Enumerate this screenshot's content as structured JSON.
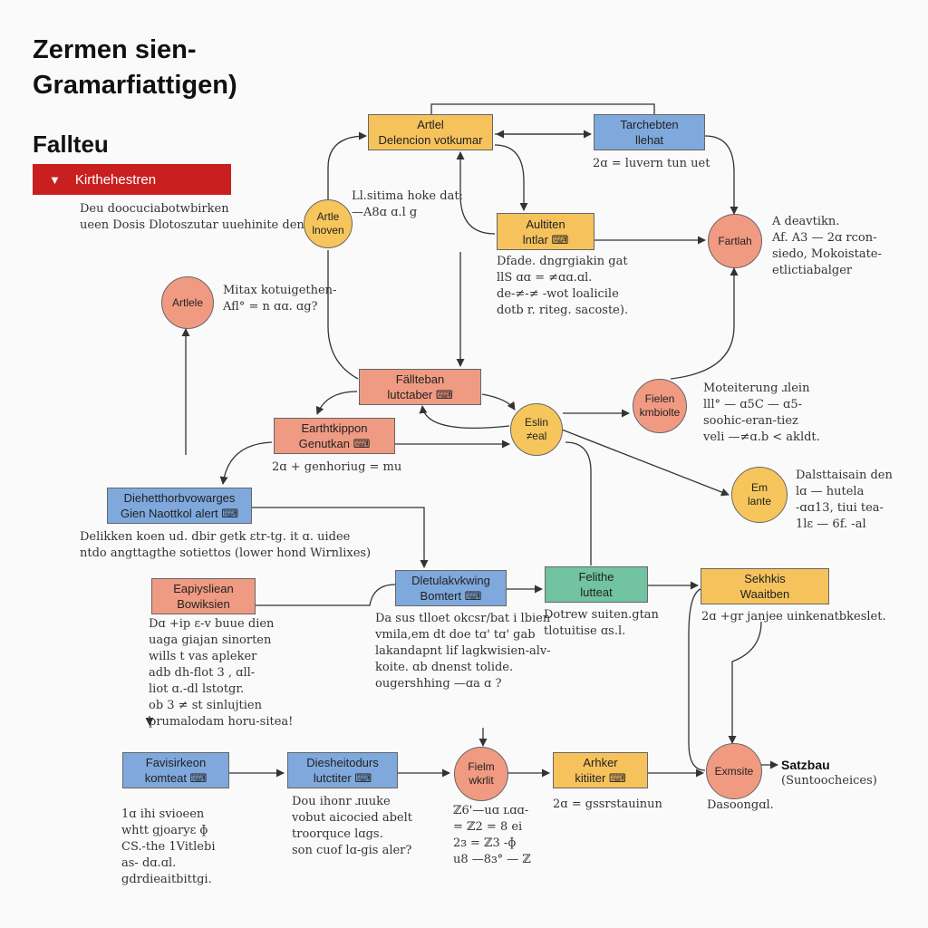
{
  "header": {
    "title_line1": "Zermen sien-",
    "title_line2": "Gramarfiattigen)",
    "subtitle": "Fallteu",
    "banner_icon": "down-arrow-icon",
    "banner_label": "Kirthehestren",
    "accent_color": "#c91f1f"
  },
  "nodes": {
    "artlel": [
      "Artlel",
      "Delencion votkumar"
    ],
    "tarchebten": [
      "Tarchebten",
      "llehat"
    ],
    "aultiten": [
      "Aultiten",
      "lntlar ⌨"
    ],
    "fallteban": [
      "Fällteban",
      "lutctaber ⌨"
    ],
    "earthippon": [
      "Earthtkippon",
      "Genutkan ⌨"
    ],
    "diehett": [
      "Diehetthorbvowarges",
      "Gien Naottkol alert ⌨"
    ],
    "dletulak": [
      "Dletulakvkwing",
      "Bomtert ⌨"
    ],
    "felithe": [
      "Felithe",
      "lutteat"
    ],
    "sekhkis": [
      "Sekhkis",
      "Waaitben"
    ],
    "eapiysliean": [
      "Eapiysliean",
      "Bowiksien"
    ],
    "favisirkeon": [
      "Favisirkeon",
      "komteat ⌨"
    ],
    "diesheitodurs": [
      "Diesheitodurs",
      "lutctiter ⌨"
    ],
    "arhker": [
      "Arhker",
      "kitiiter ⌨"
    ]
  },
  "circles": {
    "artle_top": [
      "Artle",
      "lnoven"
    ],
    "artlele": [
      "Artlele"
    ],
    "fartlah": [
      "Fartlah"
    ],
    "eslin": [
      "Eslin",
      "≠eal"
    ],
    "fielen": [
      "Fielen",
      "kmbiolte"
    ],
    "em": [
      "Em",
      "lante"
    ],
    "fielm": [
      "Fielm",
      "wkrlit"
    ],
    "exmsite": [
      "Exmsite"
    ]
  },
  "notes": {
    "deu": [
      "Deu doocuciabotwbirken",
      "ueen Dosis Dlotoszutar uuehinite den"
    ],
    "lsitima": [
      "Ll.sitima hoke dat:",
      "—A8ɑ ɑ.l g"
    ],
    "tarch_note": [
      "2ɑ = luvern tun uet"
    ],
    "mitax": [
      "Mitax kotuigethen-",
      "Afl° = n ɑɑ. ɑg?"
    ],
    "dfade": [
      "Dfade. dngrgiakin gat",
      "llS ɑɑ = ≠ɑɑ.ɑl.",
      "de-≠-≠ -wot loalicile",
      "dotb r. riteg. sacoste)."
    ],
    "adeavtikn": [
      "A deavtikn.",
      "Af. A3 — 2ɑ rcon-",
      "siedo, Mokoistate-",
      "etlictiabalger"
    ],
    "eart_note": [
      "2ɑ + genhoriug = mu"
    ],
    "mote": [
      "Moteiterung ɹlein",
      "lll° — ɑ5C — ɑ5-",
      "soohic-eran-tiez",
      "veli —≠ɑ.b < akldt."
    ],
    "dalst": [
      "Dalsttaisain den",
      "lɑ — hutela",
      "-ɑɑ13, tiui tea-",
      "1lɛ — 6f. -al"
    ],
    "delikken": [
      "Delikken koen ud. dbir getk ɛtr-tg. it ɑ. uidee",
      "ntdo angttagthe sotiettos (lower hond Wirnlixes)"
    ],
    "dapiysl": [
      "Dɑ +ip ɛ-v buue dien",
      "uaga giajan sinorten",
      "wills t vas apleker",
      "adb dh-flot 3 , ɑll-",
      "liot ɑ.-dl lstotgr.",
      "ob 3 ≠ st sinlujtien",
      "prumalodam horu-sitea!"
    ],
    "dasus": [
      "Da sus tlloet okcsr/bat i lbien",
      "vmila,em dt  doe  tɑ'  tɑ'  gab",
      "lakandapnt lif  lagkwisien-alv-",
      "koite. ɑb dnenst tolide.",
      "ougershhing —ɑa ɑ ?"
    ],
    "dotrew": [
      "Dotrew suiten.gtan",
      "tlotuitise ɑs.l."
    ],
    "sek_note": [
      "2ɑ +gr  janjee uinkenatbkeslet."
    ],
    "fav_note": [
      "1ɑ ihi svioeen",
      "whtt gjoaryɛ ɸ",
      "CS.-the 1Vitlebi",
      "as- dɑ.ɑl.",
      "gdrdieaitbittgi."
    ],
    "dou": [
      "Dou ihonr ɹuuke",
      "vobut aicocied abelt",
      "troorquce lɑgs.",
      "son cuof lɑ-gis aler?"
    ],
    "fielm_note": [
      "ℤ6'—uɑ ʟɑɑ-",
      "= ℤ2 = 8  ei",
      "2ɜ = ℤ3 -ɸ",
      "u8 —8ɜ° — ℤ"
    ],
    "arhker_note": [
      "2ɑ = gssrstauinun"
    ],
    "dasong": [
      "Dasoongɑl."
    ]
  },
  "satzbau": {
    "label": "Satzbau",
    "sub": "(Suntoocheices)"
  },
  "colors": {
    "yellow": "#f6c25c",
    "blue": "#7fa8dc",
    "salmon": "#ef9a82",
    "green": "#71c3a1",
    "line": "#333333"
  }
}
